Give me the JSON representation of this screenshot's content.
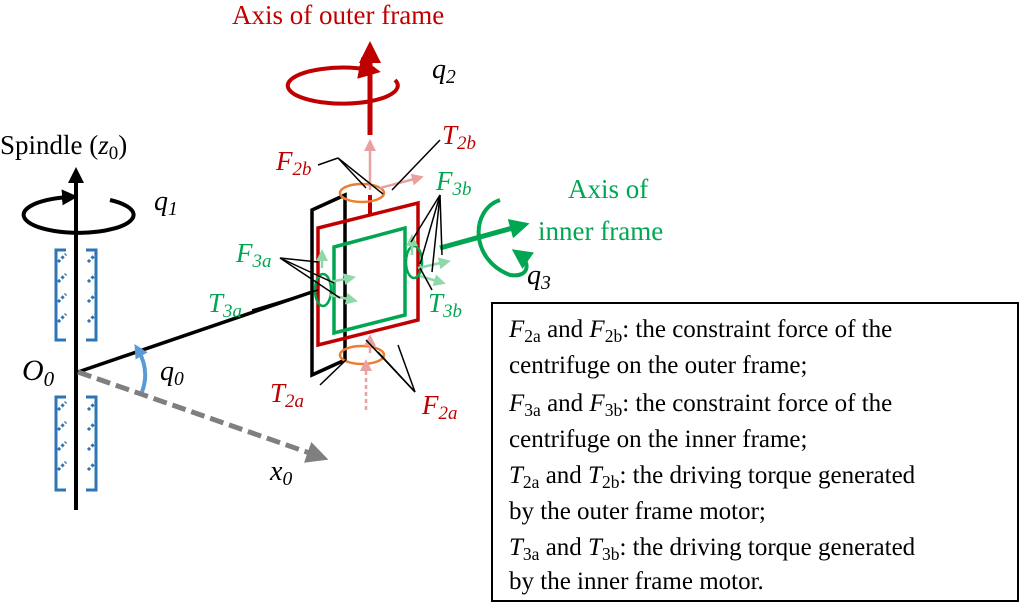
{
  "labels": {
    "outer_axis": "Axis of outer frame",
    "inner_axis_1": "Axis of",
    "inner_axis_2": "inner frame",
    "spindle": "Spindle (",
    "spindle_var": "z",
    "spindle_sub": "0",
    "spindle_close": ")",
    "q1": "q",
    "q1_sub": "1",
    "q2": "q",
    "q2_sub": "2",
    "q3": "q",
    "q3_sub": "3",
    "q0": "q",
    "q0_sub": "0",
    "O0": "O",
    "O0_sub": "0",
    "x0": "x",
    "x0_sub": "0",
    "F2b": "F",
    "F2b_sub": "2b",
    "T2b": "T",
    "T2b_sub": "2b",
    "F3b": "F",
    "F3b_sub": "3b",
    "F3a": "F",
    "F3a_sub": "3a",
    "T3a": "T",
    "T3a_sub": "3a",
    "T3b": "T",
    "T3b_sub": "3b",
    "T2a": "T",
    "T2a_sub": "2a",
    "F2a": "F",
    "F2a_sub": "2a"
  },
  "legend": {
    "line1_a": "F",
    "line1_a_sub": "2a",
    "line1_mid": " and ",
    "line1_b": "F",
    "line1_b_sub": "2b",
    "line1_text": ": the constraint force of the",
    "line2": "centrifuge on the outer frame;",
    "line3_a": "F",
    "line3_a_sub": "3a",
    "line3_mid": " and ",
    "line3_b": "F",
    "line3_b_sub": "3b",
    "line3_text": ": the constraint force of the",
    "line4": "centrifuge on the inner frame;",
    "line5_a": "T",
    "line5_a_sub": "2a",
    "line5_mid": " and ",
    "line5_b": "T",
    "line5_b_sub": "2b",
    "line5_text": ": the driving torque generated",
    "line6": "by the outer frame motor;",
    "line7_a": "T",
    "line7_a_sub": "3a",
    "line7_mid": " and ",
    "line7_b": "T",
    "line7_b_sub": "3b",
    "line7_text": ": the driving torque generated",
    "line8": "by the inner frame motor."
  },
  "colors": {
    "outer": "#c00000",
    "inner": "#00a651",
    "bearing": "#2e75b6",
    "ring": "#ed7d31",
    "arm": "#7f7f7f",
    "q0_arrow": "#5b9bd5"
  }
}
